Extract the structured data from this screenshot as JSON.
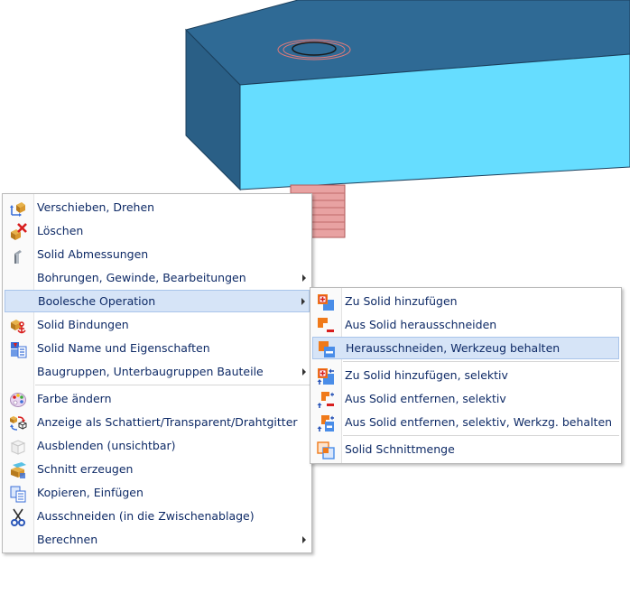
{
  "menu": {
    "items": [
      {
        "label": "Verschieben, Drehen",
        "icon": "move-rotate-icon"
      },
      {
        "label": "Löschen",
        "icon": "delete-icon"
      },
      {
        "label": "Solid Abmessungen",
        "icon": "dimensions-icon"
      },
      {
        "label": "Bohrungen, Gewinde, Bearbeitungen",
        "icon": ""
      },
      {
        "label": "Boolesche Operation",
        "icon": ""
      },
      {
        "label": "Solid Bindungen",
        "icon": "bindings-icon"
      },
      {
        "label": "Solid Name und Eigenschaften",
        "icon": "properties-icon"
      },
      {
        "label": "Baugruppen, Unterbaugruppen Bauteile",
        "icon": ""
      },
      {
        "label": "Farbe ändern",
        "icon": "color-palette-icon"
      },
      {
        "label": "Anzeige als Schattiert/Transparent/Drahtgitter",
        "icon": "display-mode-icon"
      },
      {
        "label": "Ausblenden (unsichtbar)",
        "icon": "hide-icon"
      },
      {
        "label": "Schnitt erzeugen",
        "icon": "section-icon"
      },
      {
        "label": "Kopieren, Einfügen",
        "icon": "copy-paste-icon"
      },
      {
        "label": "Ausschneiden (in die Zwischenablage)",
        "icon": "scissors-icon"
      },
      {
        "label": "Berechnen",
        "icon": ""
      }
    ]
  },
  "submenu": {
    "items": [
      {
        "label": "Zu Solid hinzufügen",
        "icon": "boolean-add-icon"
      },
      {
        "label": "Aus Solid herausschneiden",
        "icon": "boolean-subtract-icon"
      },
      {
        "label": "Herausschneiden, Werkzeug behalten",
        "icon": "boolean-subtract-keep-icon"
      },
      {
        "label": "Zu Solid hinzufügen, selektiv",
        "icon": "boolean-add-selective-icon"
      },
      {
        "label": "Aus Solid entfernen, selektiv",
        "icon": "boolean-remove-selective-icon"
      },
      {
        "label": "Aus Solid entfernen, selektiv, Werkzg. behalten",
        "icon": "boolean-remove-selective-keep-icon"
      },
      {
        "label": "Solid Schnittmenge",
        "icon": "boolean-intersect-icon"
      }
    ]
  },
  "colors": {
    "beam_top": "#2f6a95",
    "beam_front": "#66ddff",
    "thread": "#e79a9a",
    "highlight": "#d6e4f7",
    "text": "#0e2a66"
  }
}
